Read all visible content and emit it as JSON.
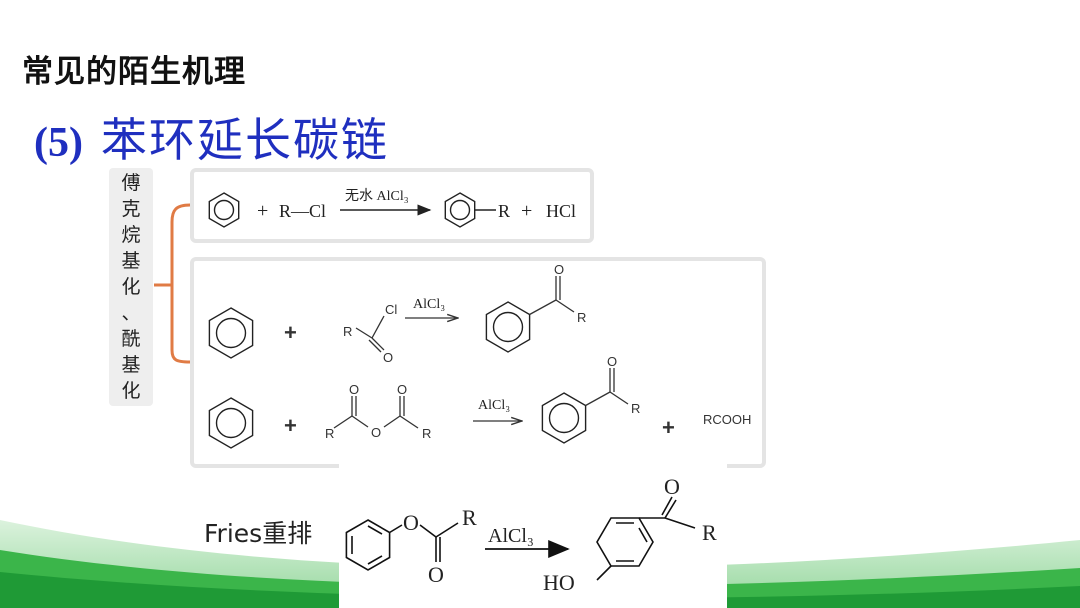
{
  "slide": {
    "header_title": "常见的陌生机理",
    "section_number": "(5)",
    "section_title": "苯环延长碳链",
    "side_label_chars": [
      "傅",
      "克",
      "烷",
      "基",
      "化",
      "、",
      "酰",
      "基",
      "化"
    ],
    "bracket_color": "#e07b45",
    "heading_color": "#1f2fbf",
    "wave_color": "#3bb54a"
  },
  "reactions": {
    "alkylation": {
      "reagent": "R—Cl",
      "plus": "+",
      "condition": "无水 AlCl₃",
      "product_substituent": "R",
      "byproduct": "HCl"
    },
    "acyl_chloride": {
      "plus": "+",
      "reagent_cl": "Cl",
      "reagent_r": "R",
      "reagent_o": "O",
      "catalyst": "AlCl₃",
      "product_o": "O",
      "product_r": "R"
    },
    "anhydride": {
      "plus": "+",
      "reagent_r_left": "R",
      "reagent_r_right": "R",
      "reagent_o_bridge": "O",
      "reagent_o_left": "O",
      "reagent_o_right": "O",
      "catalyst": "AlCl₃",
      "product_o": "O",
      "product_r": "R",
      "plus2": "+",
      "byproduct": "RCOOH"
    },
    "fries": {
      "label": "Fries重排",
      "reagent_o_bridge": "O",
      "reagent_o_carbonyl": "O",
      "reagent_r": "R",
      "catalyst": "AlCl₃",
      "product_o": "O",
      "product_r": "R",
      "product_ho": "HO"
    }
  }
}
